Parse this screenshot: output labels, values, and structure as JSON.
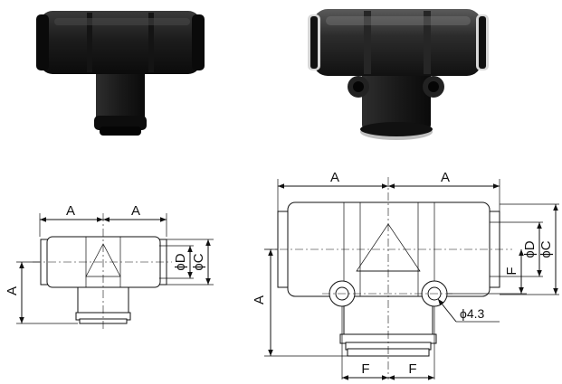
{
  "photos": {
    "left": {
      "icon": "union-tee-fitting-photo"
    },
    "right": {
      "icon": "union-tee-fitting-with-mounting-holes-photo"
    }
  },
  "drawing_small": {
    "dim_a_left": "A",
    "dim_a_right": "A",
    "dim_a_vertical": "A",
    "dim_d": "ϕD",
    "dim_c": "ϕC"
  },
  "drawing_large": {
    "dim_a_left": "A",
    "dim_a_right": "A",
    "dim_a_vertical": "A",
    "dim_d": "ϕD",
    "dim_c": "ϕC",
    "dim_f_vertical": "F",
    "dim_f_left": "F",
    "dim_f_right": "F",
    "hole_label": "ϕ4.3"
  },
  "colors": {
    "photo_body": "#1a1a1a",
    "line": "#111111",
    "background": "#ffffff"
  }
}
